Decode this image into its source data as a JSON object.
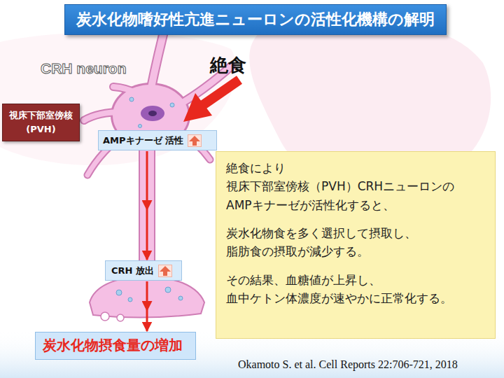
{
  "diagram": {
    "title": "炭水化物嗜好性亢進ニューロンの活性化機構の解明",
    "caption": "Okamoto S. et al. Cell Reports 22:706-721, 2018",
    "nodes": [
      {
        "text": [
          "視床下部室傍核 (PVH)"
        ]
      },
      {
        "text": [
          "AMPキナーゼ 活性"
        ]
      },
      {
        "text": [
          "CRH 放出"
        ]
      },
      {
        "text": [
          "炭水化物摂食量の増加"
        ]
      },
      {
        "text": [
          "絶食により 視床下部室傍核（PVH）CRHニューロンの AMPキナーゼが活性化すると、",
          "炭水化物食を多く選択して摂取し、 脂肪食の摂取が減少する。",
          "その結果、血糖値が上昇し、 血中ケトン体濃度が速やかに正常化する。"
        ]
      }
    ],
    "edges": [
      {
        "from": 1,
        "to": 2,
        "arrow": "to"
      },
      {
        "from": 2,
        "to": 3,
        "arrow": "to"
      }
    ],
    "labels": [
      "CRH neuron",
      "絶食"
    ]
  }
}
